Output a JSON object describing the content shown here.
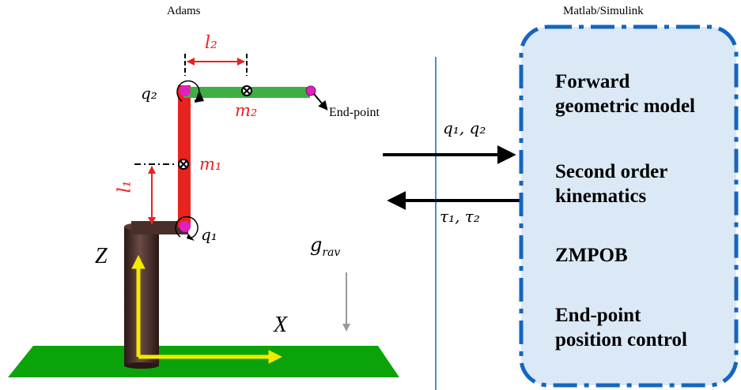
{
  "titles": {
    "left": "Adams",
    "right": "Matlab/Simulink"
  },
  "robot": {
    "q2": "q₂",
    "q1": "q₁",
    "m1": "m₁",
    "m2": "m₂",
    "l1": "l₁",
    "l2": "l₂",
    "end_point": "End-point",
    "grav_g": "g",
    "grav_sub": "rav",
    "axis_z": "Z",
    "axis_x": "X"
  },
  "signals": {
    "to_sim": "q₁, q₂",
    "from_sim": "τ₁, τ₂"
  },
  "controller": {
    "blocks": [
      {
        "line1": "Forward",
        "line2": "geometric model"
      },
      {
        "line1": "Second order",
        "line2": "kinematics"
      },
      {
        "line1": "ZMPOB",
        "line2": ""
      },
      {
        "line1": "End-point",
        "line2": "position control"
      }
    ]
  },
  "colors": {
    "link": "#e8221f",
    "arm2": "#3cb043",
    "joint": "#e020c0",
    "ground": "#0aa30a",
    "axes": "#f2ea00",
    "column": "#4a2e2a",
    "divider": "#4a90c8",
    "ctrl_fill": "#dbe8f5",
    "ctrl_border": "#1565c0"
  }
}
